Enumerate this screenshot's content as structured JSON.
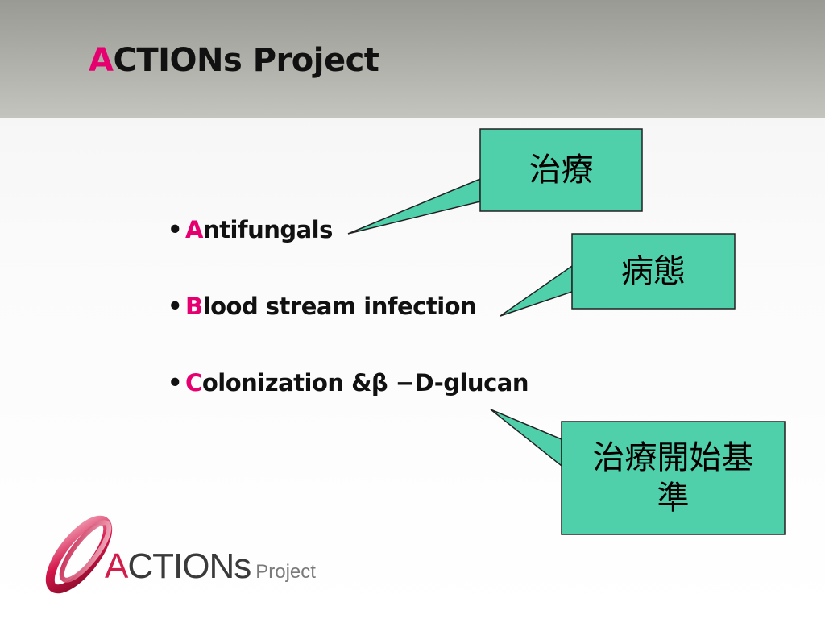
{
  "slide": {
    "title_first": "A",
    "title_rest": "CTIONs Project",
    "bullet_char": "•",
    "bullets": [
      {
        "initial": "A",
        "rest": "ntifungals"
      },
      {
        "initial": "B",
        "rest": "lood stream infection"
      },
      {
        "initial": "C",
        "rest": "olonization &β −D-glucan"
      }
    ],
    "callouts": [
      {
        "text": "治療"
      },
      {
        "text": "病態"
      },
      {
        "line1": "治療開始基",
        "line2": "準"
      }
    ]
  },
  "logo": {
    "first": "A",
    "rest": "CTIONs",
    "sub": "Project"
  },
  "colors": {
    "accent": "#e6006f",
    "callout_fill": "#4fcfaa",
    "header_bg": "#a8a8a2",
    "logo_accent": "#d11d4a"
  }
}
